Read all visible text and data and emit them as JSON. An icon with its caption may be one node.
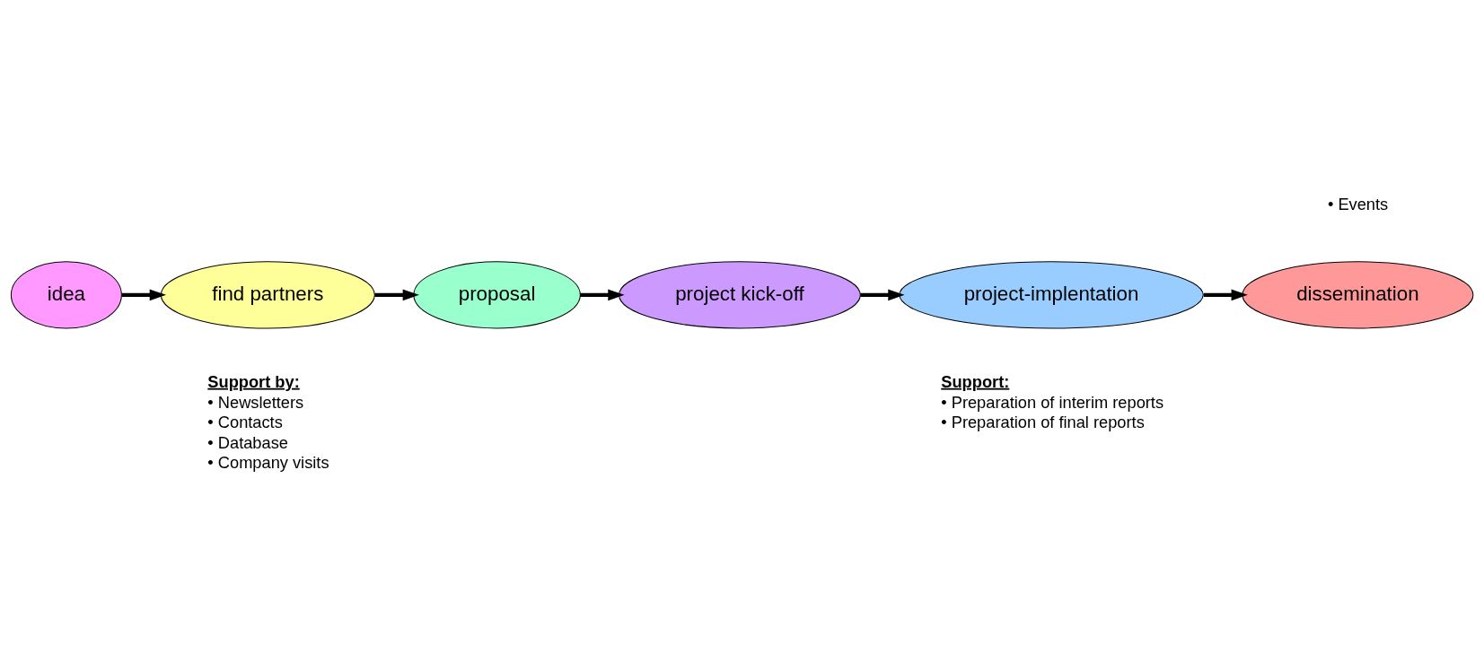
{
  "diagram": {
    "nodes": [
      {
        "text": [
          "idea"
        ]
      },
      {
        "text": [
          "find partners"
        ],
        "beside": [
          "Support by:",
          "• Newsletters",
          "• Contacts",
          "• Database",
          "• Company visits"
        ]
      },
      {
        "text": [
          "proposal"
        ]
      },
      {
        "text": [
          "project kick-off"
        ]
      },
      {
        "text": [
          "project-implentation"
        ],
        "beside": [
          "Support:",
          "• Preparation of interim reports",
          "• Preparation of final reports"
        ]
      },
      {
        "text": [
          "dissemination"
        ],
        "beside": [
          "• Events"
        ]
      }
    ],
    "edges": [
      {
        "from": 0,
        "to": 1,
        "arrow": "to"
      },
      {
        "from": 1,
        "to": 2,
        "arrow": "to"
      },
      {
        "from": 2,
        "to": 3,
        "arrow": "to"
      },
      {
        "from": 3,
        "to": 4,
        "arrow": "to"
      },
      {
        "from": 4,
        "to": 5,
        "arrow": "to"
      }
    ]
  }
}
